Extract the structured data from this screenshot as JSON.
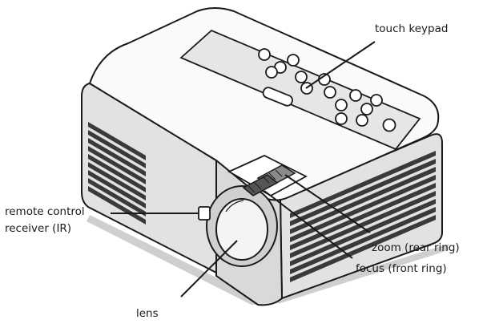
{
  "labels": {
    "touch_keypad": "touch keypad",
    "remote_receiver_line1": "remote control",
    "remote_receiver_line2": "receiver (IR)",
    "zoom_ring": "zoom (rear ring)",
    "focus_ring": "focus (front ring)",
    "lens": "lens"
  },
  "colors": {
    "outline": "#1a1a1a",
    "body_fill": "#f2f2f2",
    "top_fill": "#fafafa",
    "panel_fill": "#e6e6e6",
    "side_fill": "#e2e2e2",
    "front_fill": "#d9d9d9",
    "vent_fill": "#3a3a3a"
  }
}
